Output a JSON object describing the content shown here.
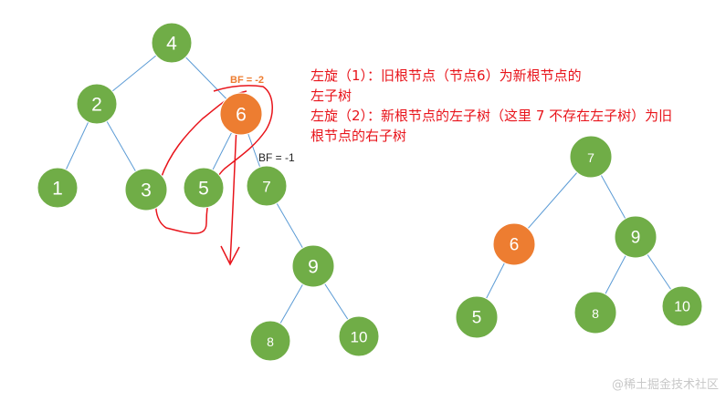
{
  "colors": {
    "green": "#70ad47",
    "orange": "#ed7d31",
    "edge": "#5b9bd5",
    "annotation": "#e8141b"
  },
  "annotations": {
    "bf_node6": "BF = -2",
    "bf_node7": "BF = -1",
    "line1": "左旋（1）：旧根节点（节点6）为新根节点的",
    "line2": "左子树",
    "line3": "左旋（2）：新根节点的左子树（这里 7 不存在左子树）为旧",
    "line4": "根节点的右子树"
  },
  "left_tree": {
    "nodes": [
      {
        "id": "n4",
        "label": "4",
        "color": "green"
      },
      {
        "id": "n2",
        "label": "2",
        "color": "green"
      },
      {
        "id": "n6",
        "label": "6",
        "color": "orange"
      },
      {
        "id": "n1",
        "label": "1",
        "color": "green"
      },
      {
        "id": "n3",
        "label": "3",
        "color": "green"
      },
      {
        "id": "n5",
        "label": "5",
        "color": "green"
      },
      {
        "id": "n7",
        "label": "7",
        "color": "green"
      },
      {
        "id": "n9",
        "label": "9",
        "color": "green"
      },
      {
        "id": "n8",
        "label": "8",
        "color": "green"
      },
      {
        "id": "n10",
        "label": "10",
        "color": "green"
      }
    ],
    "edges": [
      [
        "n4",
        "n2"
      ],
      [
        "n4",
        "n6"
      ],
      [
        "n2",
        "n1"
      ],
      [
        "n2",
        "n3"
      ],
      [
        "n6",
        "n5"
      ],
      [
        "n6",
        "n7"
      ],
      [
        "n7",
        "n9"
      ],
      [
        "n9",
        "n8"
      ],
      [
        "n9",
        "n10"
      ]
    ]
  },
  "right_tree": {
    "nodes": [
      {
        "id": "r7",
        "label": "7",
        "color": "green"
      },
      {
        "id": "r6",
        "label": "6",
        "color": "orange"
      },
      {
        "id": "r9",
        "label": "9",
        "color": "green"
      },
      {
        "id": "r5",
        "label": "5",
        "color": "green"
      },
      {
        "id": "r8",
        "label": "8",
        "color": "green"
      },
      {
        "id": "r10",
        "label": "10",
        "color": "green"
      }
    ],
    "edges": [
      [
        "r7",
        "r6"
      ],
      [
        "r7",
        "r9"
      ],
      [
        "r6",
        "r5"
      ],
      [
        "r9",
        "r8"
      ],
      [
        "r9",
        "r10"
      ]
    ]
  },
  "watermark": "@稀土掘金技术社区"
}
